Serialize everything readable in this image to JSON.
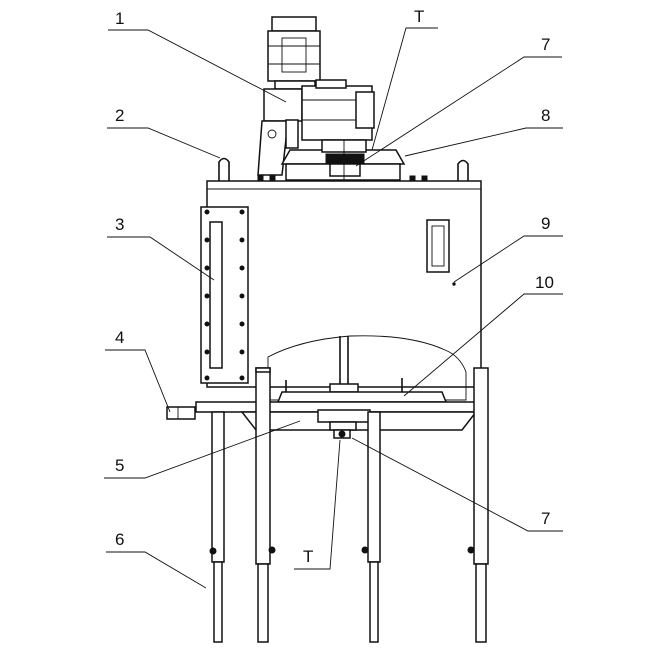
{
  "callouts": [
    {
      "id": "c1",
      "text": "1"
    },
    {
      "id": "cT1",
      "text": "T"
    },
    {
      "id": "c7a",
      "text": "7"
    },
    {
      "id": "c2",
      "text": "2"
    },
    {
      "id": "c8",
      "text": "8"
    },
    {
      "id": "c3",
      "text": "3"
    },
    {
      "id": "c9",
      "text": "9"
    },
    {
      "id": "c10",
      "text": "10"
    },
    {
      "id": "c4",
      "text": "4"
    },
    {
      "id": "c5",
      "text": "5"
    },
    {
      "id": "c7b",
      "text": "7"
    },
    {
      "id": "c6",
      "text": "6"
    },
    {
      "id": "cT2",
      "text": "T"
    }
  ],
  "colors": {
    "line": "#111111",
    "background": "#ffffff"
  }
}
